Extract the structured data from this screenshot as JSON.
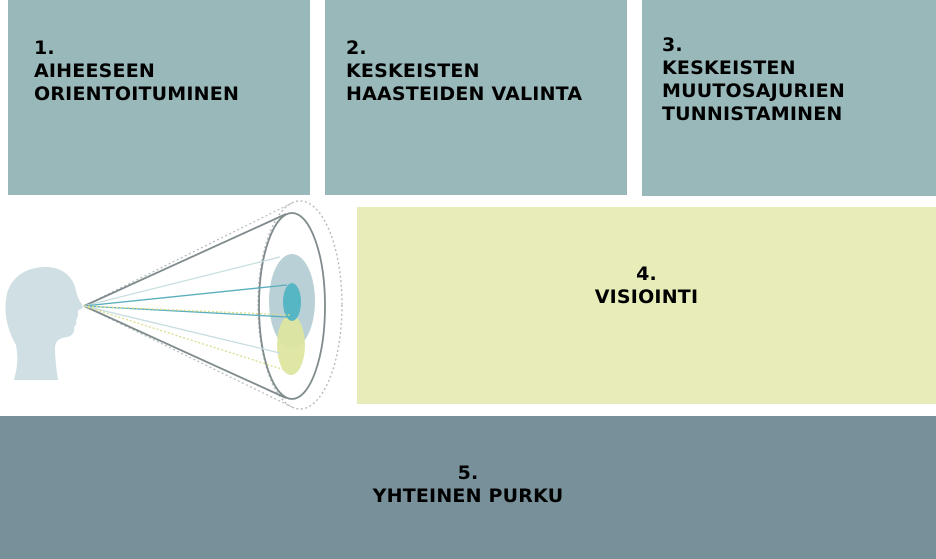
{
  "steps": [
    {
      "number": "1.",
      "lines": [
        "AIHEESEEN",
        "ORIENTOITUMINEN"
      ]
    },
    {
      "number": "2.",
      "lines": [
        "KESKEISTEN",
        "HAASTEIDEN VALINTA"
      ]
    },
    {
      "number": "3.",
      "lines": [
        "KESKEISTEN",
        "MUUTOSAJURIEN",
        "TUNNISTAMINEN"
      ]
    },
    {
      "number": "4.",
      "lines": [
        "VISIOINTI"
      ]
    },
    {
      "number": "5.",
      "lines": [
        "YHTEINEN PURKU"
      ]
    }
  ],
  "colors": {
    "top_boxes": "#99b8ba",
    "vision_box": "#e8ecb9",
    "bottom_box": "#78909a",
    "head": "#cfdfe3"
  },
  "illustration": {
    "icon": "head-looking-into-future-cone-icon"
  }
}
